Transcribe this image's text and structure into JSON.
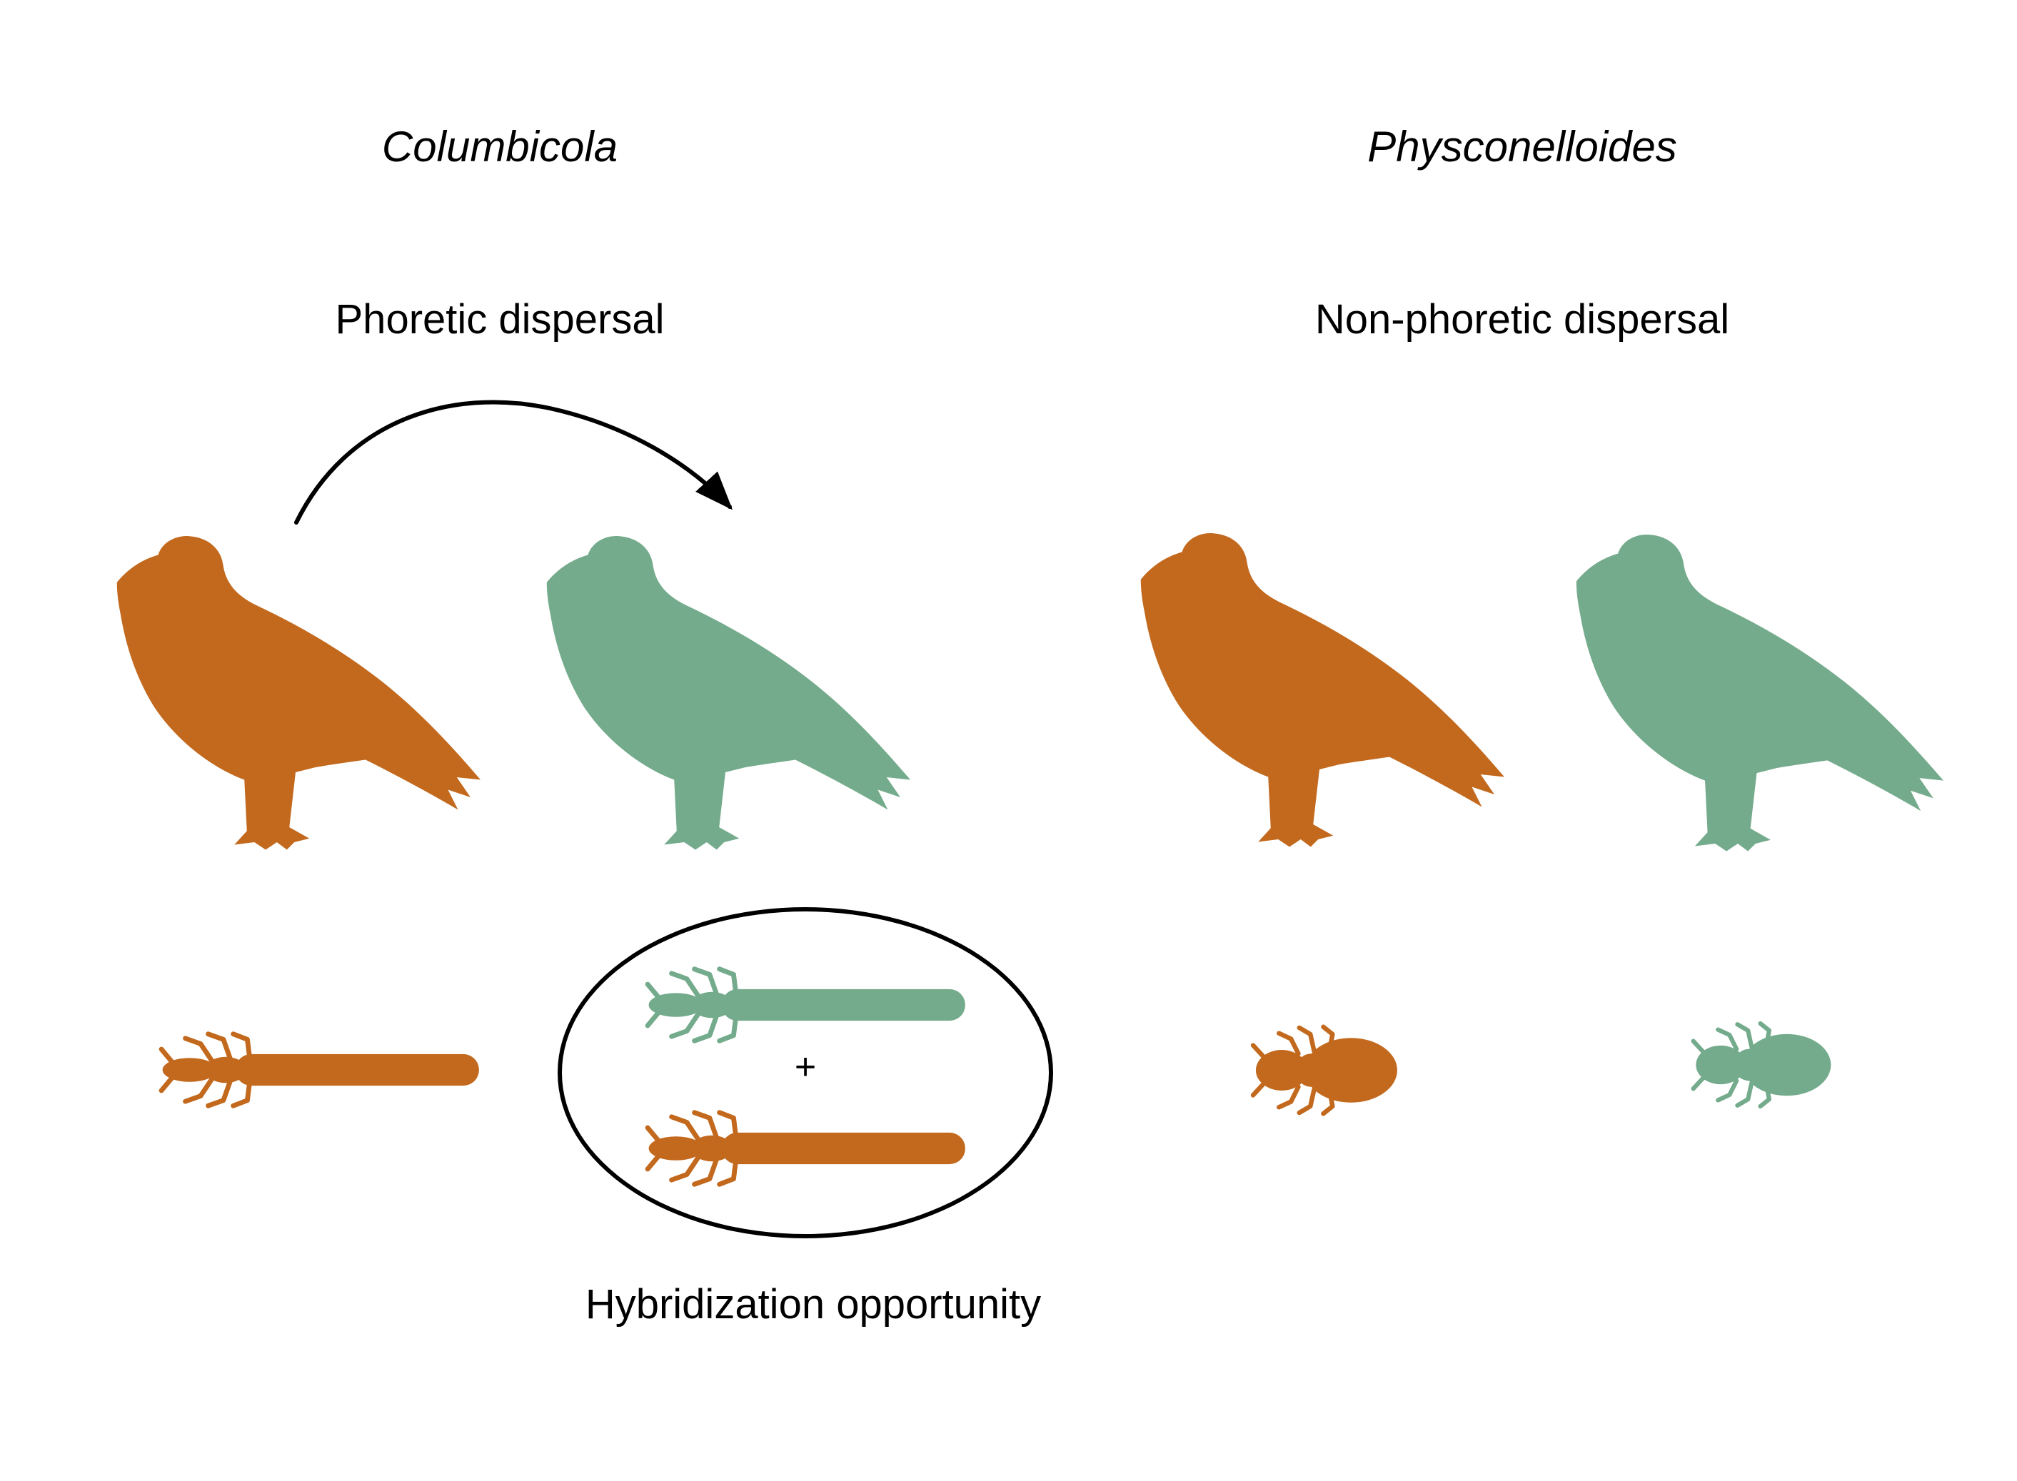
{
  "colors": {
    "orange": "#C2691E",
    "green": "#74AB8C",
    "outline": "#000000",
    "bg": "#FFFFFF"
  },
  "left_panel": {
    "genus_title": "Columbicola",
    "dispersal_label": "Phoretic dispersal",
    "plus_sign": "+",
    "hybridization_label": "Hybridization opportunity",
    "icons": {
      "source_host": "orange-pigeon",
      "new_host": "green-pigeon",
      "resident_louse": "orange-wing-louse",
      "hybrid_pair": [
        "green-wing-louse",
        "orange-wing-louse"
      ],
      "arrow": "curved-dispersal-arrow"
    }
  },
  "right_panel": {
    "genus_title": "Physconelloides",
    "dispersal_label": "Non-phoretic dispersal",
    "icons": {
      "host_a": "orange-pigeon",
      "host_b": "green-pigeon",
      "louse_a": "orange-body-louse",
      "louse_b": "green-body-louse"
    }
  }
}
